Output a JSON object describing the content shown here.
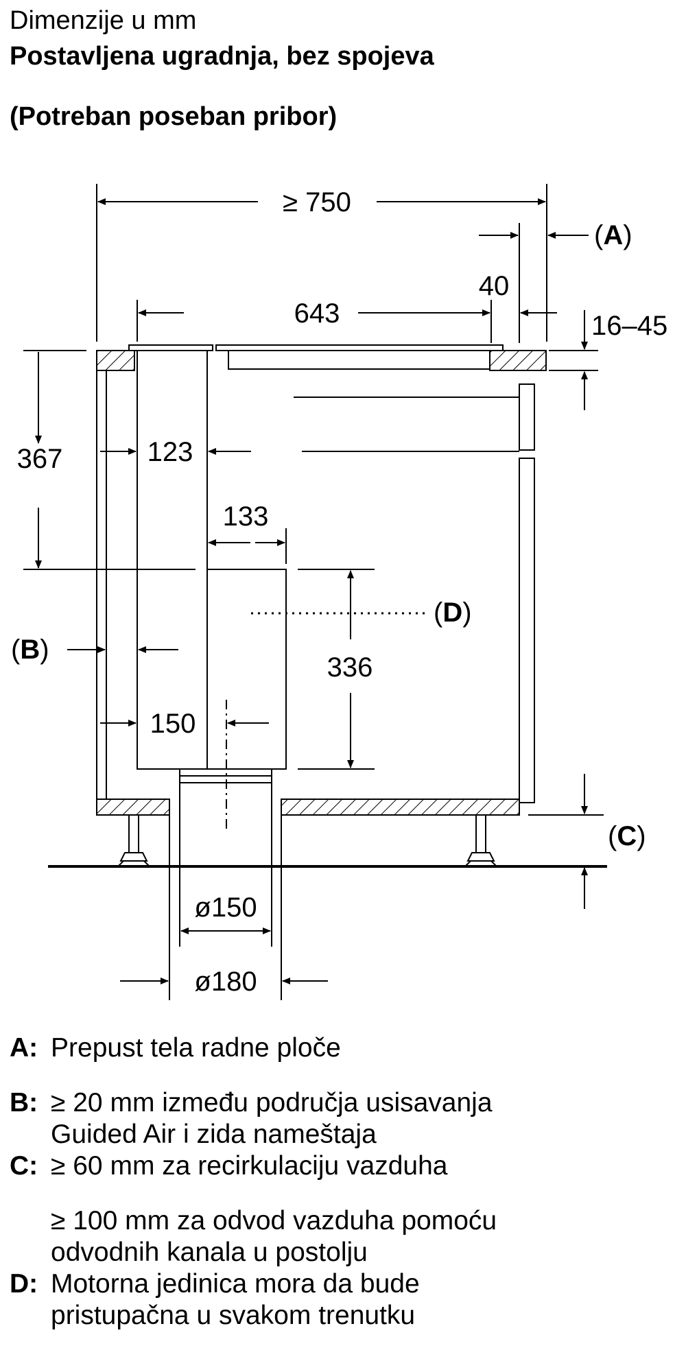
{
  "header": {
    "title": "Dimenzije u mm",
    "subtitle": "Postavljena ugradnja, bez spojeva",
    "note": "(Potreban poseban pribor)"
  },
  "dimensions": {
    "d750": "≥ 750",
    "d40": "40",
    "d643": "643",
    "d16_45": "16–45",
    "d367": "367",
    "d123": "123",
    "d133": "133",
    "d336": "336",
    "d150": "150",
    "dia150": "ø150",
    "dia180": "ø180"
  },
  "markers": {
    "a_open": "(",
    "a": "A",
    "a_close": ")",
    "b_open": "(",
    "b": "B",
    "b_close": ")",
    "c_open": "(",
    "c": "C",
    "c_close": ")",
    "d_open": "(",
    "d": "D",
    "d_close": ")"
  },
  "legend": {
    "a_key": "A:",
    "a_text": "Prepust tela radne ploče",
    "b_key": "B:",
    "b_line1": "≥ 20 mm između područja usisavanja",
    "b_line2": "Guided Air i zida nameštaja",
    "c_key": "C:",
    "c_line1": "≥ 60 mm za recirkulaciju vazduha",
    "c_line2": "≥ 100 mm za odvod vazduha pomoću",
    "c_line3": "odvodnih kanala u postolju",
    "d_key": "D:",
    "d_line1": "Motorna jedinica mora da bude",
    "d_line2": "pristupačna u svakom trenutku"
  }
}
